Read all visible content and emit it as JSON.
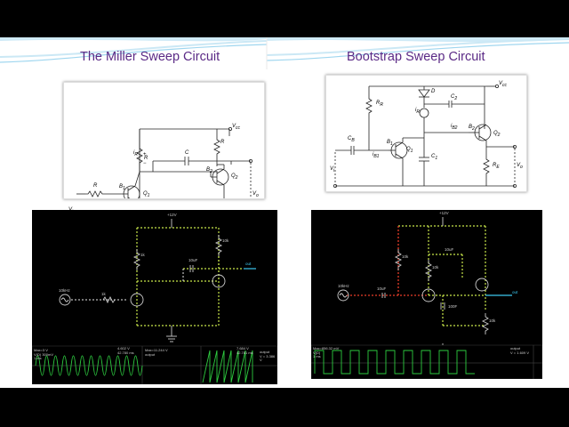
{
  "colors": {
    "title": "#5b2a86",
    "wire_green": "#c8e64a",
    "wire_current": "#e8e8e8",
    "wave": "#2ecc40",
    "wave_axis": "#555555",
    "sim_bg": "#000000",
    "slide_bg": "#ffffff",
    "band": "#dff3fb"
  },
  "left_panel": {
    "title": "The Miller Sweep Circuit",
    "schematic": {
      "vcc": "V",
      "vcc_sub": "cc",
      "iR": "i",
      "iR_sub": "R",
      "R_top": "R",
      "R_in": "R",
      "C_label": "C",
      "B1": "B",
      "B1_sub": "1",
      "B2": "B",
      "B2_sub": "2",
      "Q1": "Q",
      "Q1_sub": "1",
      "Q2": "Q",
      "Q2_sub": "2",
      "vi": "V",
      "vi_sub": "i",
      "vo": "V",
      "vo_sub": "o",
      "plus": "+",
      "minus": "−"
    },
    "sim": {
      "supply": "+12V",
      "r1": "1k",
      "r2": "10k",
      "cap": "10uF",
      "src": "10kHz",
      "rin": "1k",
      "output": "out",
      "scope_left": {
        "line1": "Max=3 V",
        "line2": "V(D) 300mV",
        "line3": "1 ms"
      },
      "scope_mid": {
        "line1": "4.602 V",
        "line2": "42.780 ms"
      },
      "scope_mid2": {
        "line1": "Max=11.244 V",
        "line2": "output"
      },
      "scope_right": {
        "line1": "7.684 V",
        "line2": "42.781 ms"
      },
      "scope_right2": {
        "line1": "output",
        "line2": "V = 3.386 V"
      }
    }
  },
  "right_panel": {
    "title": "Bootstrap Sweep Circuit",
    "schematic": {
      "vcc": "V",
      "vcc_sub": "cc",
      "D": "D",
      "R_R": "R",
      "R_R_sub": "R",
      "iR": "i",
      "iR_sub": "R",
      "C2": "C",
      "C2_sub": "2",
      "iB2": "i",
      "iB2_sub": "B2",
      "B1": "B",
      "B1_sub": "1",
      "B2": "B",
      "B2_sub": "2",
      "Q1": "Q",
      "Q1_sub": "1",
      "Q2": "Q",
      "Q2_sub": "2",
      "C1": "C",
      "C1_sub": "1",
      "RE": "R",
      "RE_sub": "E",
      "CB": "C",
      "CB_sub": "B",
      "iB1": "i",
      "iB1_sub": "B1",
      "vi": "V",
      "vi_sub": "i",
      "vo": "V",
      "vo_sub": "o"
    },
    "sim": {
      "supply": "+12V",
      "r1": "10k",
      "r2": "10k",
      "cap_top": "10uF",
      "cap_in": "10uF",
      "cap_mid": "100F",
      "r_out": "10k",
      "src": "10kHz",
      "output": "out",
      "scope_left": {
        "line1": "Max=856.32 mV",
        "line2": "V(D)",
        "line3": "1 ms"
      },
      "scope_right": {
        "line1": "output",
        "line2": "V = 1.609 V"
      }
    }
  }
}
